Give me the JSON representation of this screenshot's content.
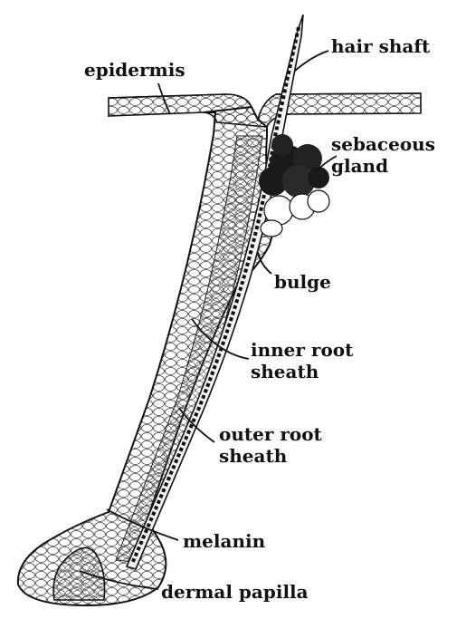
{
  "labels": {
    "hair_shaft": "hair shaft",
    "epidermis": "epidermis",
    "sebaceous_line1": "sebaceous",
    "sebaceous_line2": "gland",
    "bulge": "bulge",
    "inner_root_line1": "inner root",
    "inner_root_line2": "sheath",
    "outer_root_line1": "outer root",
    "outer_root_line2": "sheath",
    "melanin": "melanin",
    "dermal_papilla": "dermal papilla"
  },
  "colors": {
    "ink": "#111111",
    "gland": "#1a1a1a",
    "background": "#ffffff"
  }
}
